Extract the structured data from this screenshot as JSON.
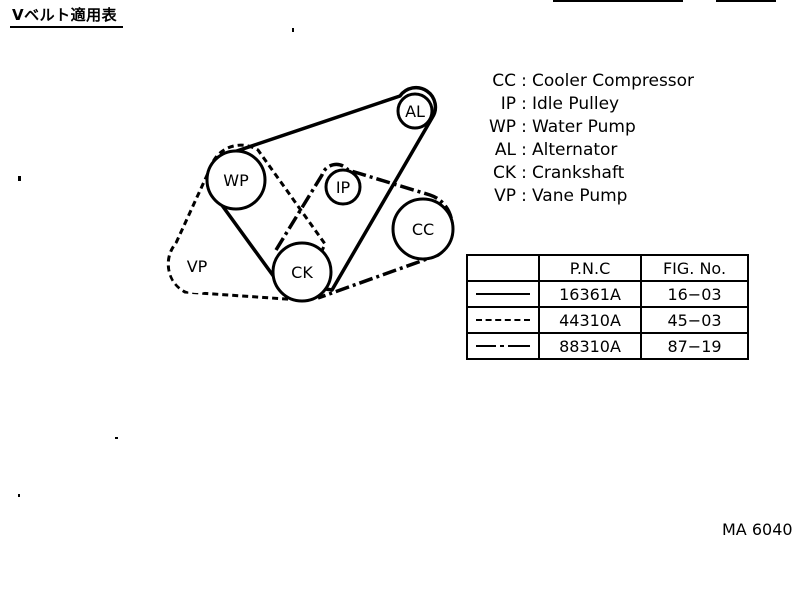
{
  "title": "Vベルト適用表",
  "pulleys": {
    "al": "AL",
    "wp": "WP",
    "ip": "IP",
    "cc": "CC",
    "vp": "VP",
    "ck": "CK"
  },
  "legend": [
    {
      "abbr": "CC",
      "name": "Cooler Compressor"
    },
    {
      "abbr": "IP",
      "name": "Idle Pulley"
    },
    {
      "abbr": "WP",
      "name": "Water Pump"
    },
    {
      "abbr": "AL",
      "name": "Alternator"
    },
    {
      "abbr": "CK",
      "name": "Crankshaft"
    },
    {
      "abbr": "VP",
      "name": "Vane Pump"
    }
  ],
  "legend_separator": ":",
  "table": {
    "headers": [
      "",
      "P.N.C",
      "FIG. No."
    ],
    "rows": [
      {
        "line_style": "solid",
        "pnc": "16361A",
        "fig": "16−03"
      },
      {
        "line_style": "dashed",
        "pnc": "44310A",
        "fig": "45−03"
      },
      {
        "line_style": "dash-dot",
        "pnc": "88310A",
        "fig": "87−19"
      }
    ]
  },
  "figure_code": "MA 6040"
}
